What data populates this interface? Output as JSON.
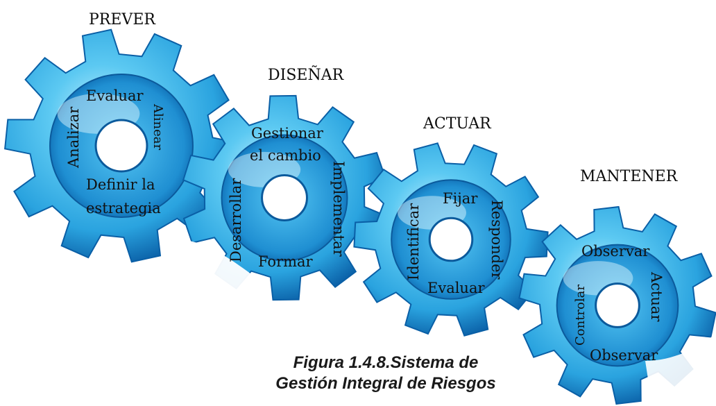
{
  "gears": [
    {
      "title": "PREVER",
      "words": [
        "Evaluar",
        "Alinear",
        "Analizar",
        "Definir la",
        "estrategia"
      ]
    },
    {
      "title": "DISEÑAR",
      "words": [
        "Gestionar",
        "el cambio",
        "Desarrollar",
        "Implementar",
        "Formar"
      ]
    },
    {
      "title": "ACTUAR",
      "words": [
        "Fijar",
        "Identificar",
        "Responder",
        "Evaluar"
      ]
    },
    {
      "title": "MANTENER",
      "words": [
        "Observar",
        "Controlar",
        "Actuar",
        "Observar"
      ]
    }
  ],
  "caption": {
    "line1": "Figura 1.4.8.Sistema de",
    "line2": "Gestión Integral de Riesgos"
  },
  "colors": {
    "gear_light": "#bff0ff",
    "gear_mid": "#39b6ea",
    "gear_dark": "#0a5fa6",
    "hole": "#ffffff"
  }
}
